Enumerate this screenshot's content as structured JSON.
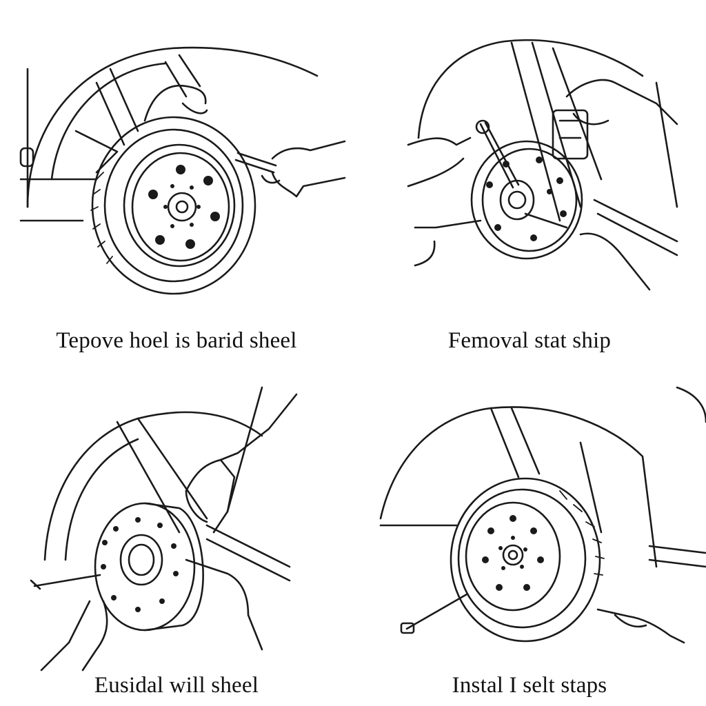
{
  "panels": [
    {
      "caption": "Tepove hoel is barid sheel"
    },
    {
      "caption": "Femoval stat ship"
    },
    {
      "caption": "Eusidal will sheel"
    },
    {
      "caption": "Instal I selt staps"
    }
  ],
  "line_color": "#1a1a1a",
  "background": "#ffffff"
}
